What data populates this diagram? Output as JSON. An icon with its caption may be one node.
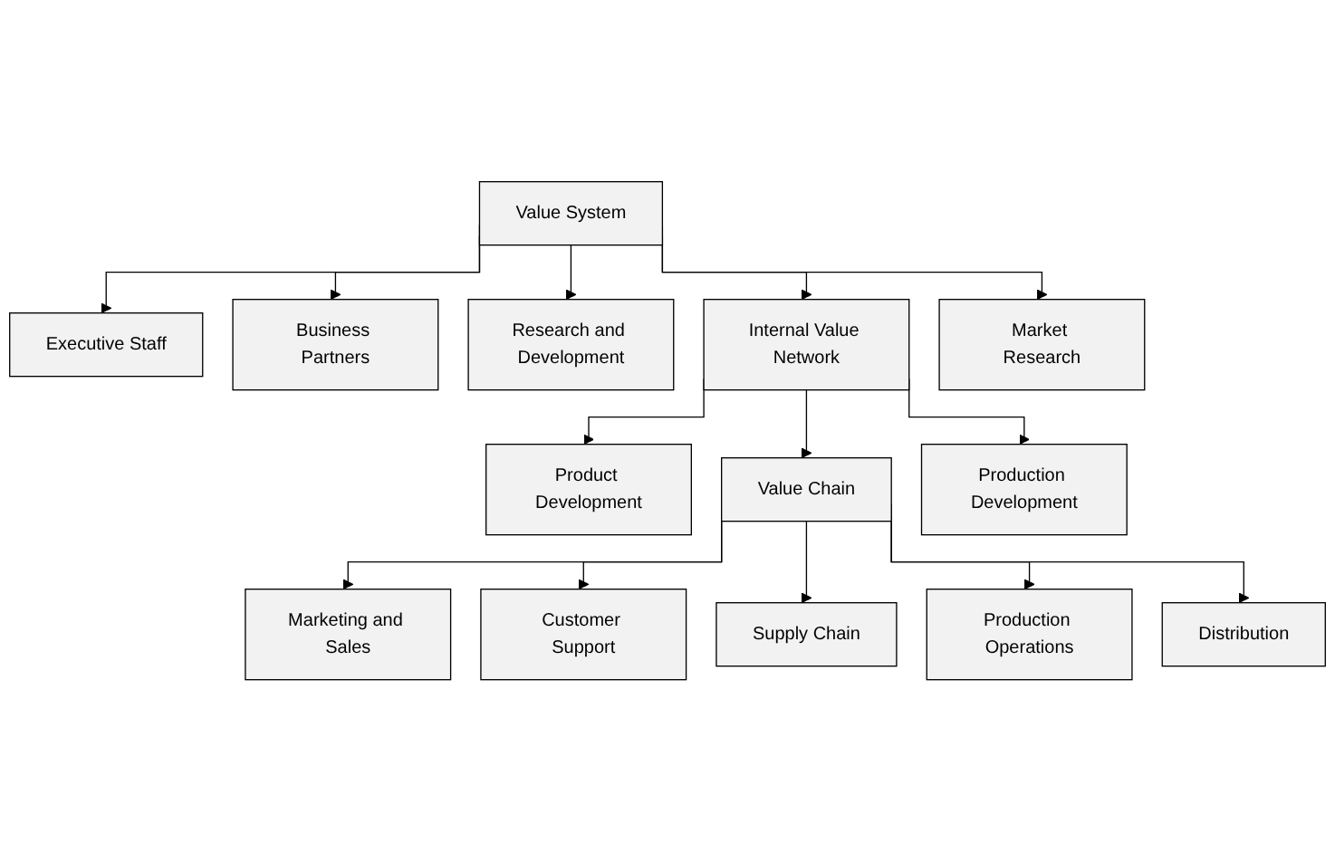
{
  "diagram": {
    "nodes": [
      {
        "text": [
          "Value System"
        ]
      },
      {
        "text": [
          "Executive Staff"
        ]
      },
      {
        "text": [
          "Business Partners"
        ]
      },
      {
        "text": [
          "Research and Development"
        ]
      },
      {
        "text": [
          "Internal Value Network"
        ]
      },
      {
        "text": [
          "Market Research"
        ]
      },
      {
        "text": [
          "Product Development"
        ]
      },
      {
        "text": [
          "Production Development"
        ]
      },
      {
        "text": [
          "Value Chain"
        ]
      },
      {
        "text": [
          "Marketing and Sales"
        ]
      },
      {
        "text": [
          "Customer Support"
        ]
      },
      {
        "text": [
          "Supply Chain"
        ]
      },
      {
        "text": [
          "Production Operations"
        ]
      },
      {
        "text": [
          "Distribution"
        ]
      }
    ],
    "edges": [
      {
        "from": 0,
        "to": 1,
        "arrow": "to"
      },
      {
        "from": 0,
        "to": 2,
        "arrow": "to"
      },
      {
        "from": 0,
        "to": 3,
        "arrow": "to"
      },
      {
        "from": 0,
        "to": 4,
        "arrow": "to"
      },
      {
        "from": 0,
        "to": 5,
        "arrow": "to"
      },
      {
        "from": 4,
        "to": 6,
        "arrow": "to"
      },
      {
        "from": 4,
        "to": 8,
        "arrow": "to"
      },
      {
        "from": 4,
        "to": 7,
        "arrow": "to"
      },
      {
        "from": 8,
        "to": 9,
        "arrow": "to"
      },
      {
        "from": 8,
        "to": 10,
        "arrow": "to"
      },
      {
        "from": 8,
        "to": 11,
        "arrow": "to"
      },
      {
        "from": 8,
        "to": 12,
        "arrow": "to"
      },
      {
        "from": 8,
        "to": 13,
        "arrow": "to"
      }
    ]
  }
}
